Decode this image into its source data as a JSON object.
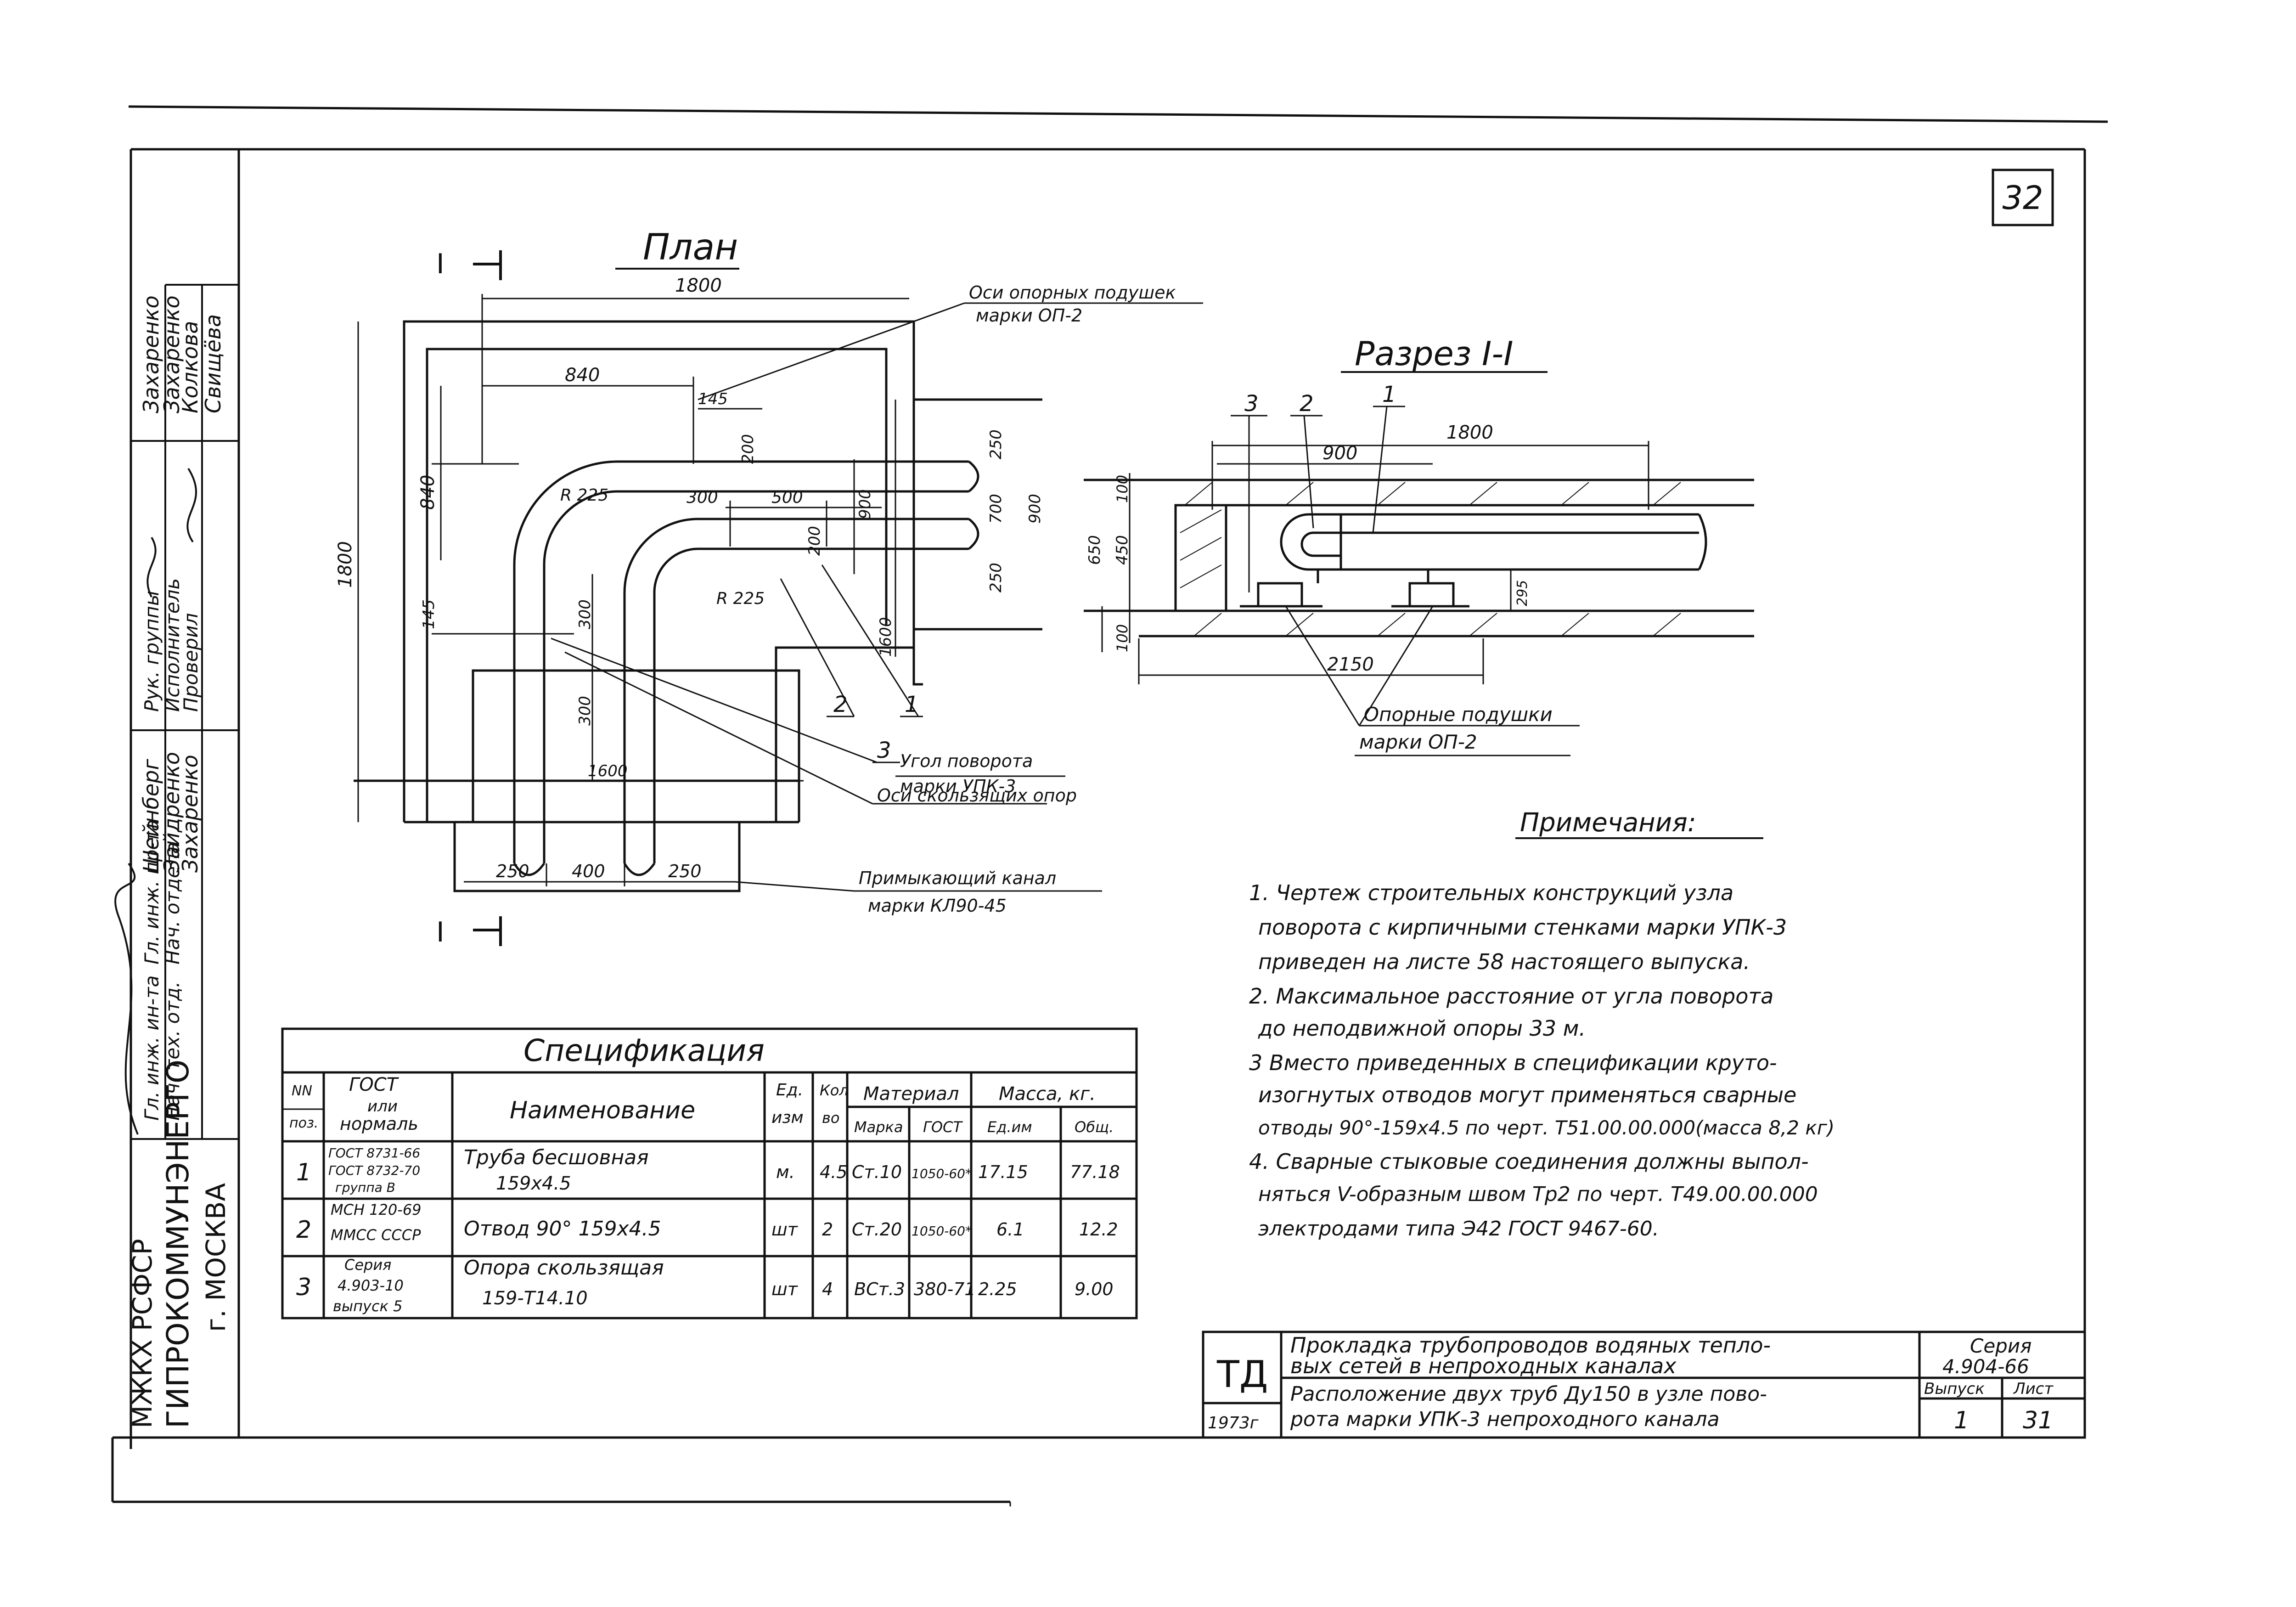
{
  "sheet_number_top": "32",
  "plan": {
    "title": "План",
    "section_mark": "I",
    "dims": {
      "overall_w": "1800",
      "overall_h": "1800",
      "inner_w": "840",
      "inner_h": "840",
      "d145_top": "145",
      "d145_left": "145",
      "d200_a": "200",
      "d200_b": "200",
      "d300_h": "300",
      "d500": "500",
      "d900_a": "900",
      "d250_a": "250",
      "d700": "700",
      "d900_b": "900",
      "d250_b": "250",
      "d1600_v": "1600",
      "d300_v1": "300",
      "d300_v2": "300",
      "d1600_h": "1600",
      "bottom_250a": "250",
      "bottom_400": "400",
      "bottom_250b": "250",
      "radius_1": "R 225",
      "radius_2": "R 225"
    },
    "leaders": {
      "pads_axis_l1": "Оси опорных подушек",
      "pads_axis_l2": "марки ОП-2",
      "item_2": "2",
      "item_1": "1",
      "item_3": "3",
      "corner_l1": "Угол поворота",
      "corner_l2": "марки УПК-3",
      "slide_axes": "Оси скользящих опор",
      "channel_l1": "Примыкающий канал",
      "channel_l2": "марки КЛ90-45"
    }
  },
  "section": {
    "title": "Разрез I-I",
    "items": [
      "3",
      "2",
      "1"
    ],
    "dims": {
      "d1800": "1800",
      "d900": "900",
      "d100_top": "100",
      "d650": "650",
      "d450": "450",
      "d100_bot": "100",
      "d2150": "2150",
      "d295": "295"
    },
    "pads_l1": "Опорные подушки",
    "pads_l2": "марки ОП-2"
  },
  "notes": {
    "title": "Примечания:",
    "lines": [
      "1. Чертеж строительных конструкций узла",
      "поворота с кирпичными стенками марки УПК-3",
      "приведен на листе 58 настоящего выпуска.",
      "2. Максимальное расстояние от угла поворота",
      "до неподвижной опоры 33 м.",
      "3 Вместо приведенных в спецификации круто-",
      "изогнутых отводов могут применяться сварные",
      "отводы 90°-159x4.5 по черт. Т51.00.00.000(масса 8,2 кг)",
      "4. Сварные стыковые соединения должны выпол-",
      "няться V-образным швом Тр2 по черт. Т49.00.00.000",
      "электродами типа Э42 ГОСТ 9467-60."
    ]
  },
  "spec": {
    "title": "Спецификация",
    "head": {
      "pos_1": "NN",
      "pos_2": "поз.",
      "gost_1": "ГОСТ",
      "gost_2": "или",
      "gost_3": "нормаль",
      "name": "Наименование",
      "unit_1": "Ед.",
      "unit_2": "изм",
      "qty_1": "Кол",
      "qty_2": "во",
      "material": "Материал",
      "mat_grade": "Марка",
      "mat_gost": "ГОСТ",
      "mass": "Масса, кг.",
      "mass_unit": "Ед.им",
      "mass_total": "Общ."
    },
    "rows": [
      {
        "pos": "1",
        "gost_1": "ГОСТ 8731-66",
        "gost_2": "ГОСТ 8732-70",
        "gost_3": "группа В",
        "name_1": "Труба бесшовная",
        "name_2": "159x4.5",
        "unit": "м.",
        "qty": "4.5",
        "grade": "Ст.10",
        "mgost": "1050-60*",
        "m_unit": "17.15",
        "m_total": "77.18"
      },
      {
        "pos": "2",
        "gost_1": "МСН 120-69",
        "gost_2": "ММСС СССР",
        "gost_3": "",
        "name_1": "Отвод 90° 159x4.5",
        "name_2": "",
        "unit": "шт",
        "qty": "2",
        "grade": "Ст.20",
        "mgost": "1050-60*",
        "m_unit": "6.1",
        "m_total": "12.2"
      },
      {
        "pos": "3",
        "gost_1": "Серия",
        "gost_2": "4.903-10",
        "gost_3": "выпуск 5",
        "name_1": "Опора скользящая",
        "name_2": "159-Т14.10",
        "unit": "шт",
        "qty": "4",
        "grade": "ВСт.3",
        "mgost": "380-71",
        "m_unit": "2.25",
        "m_total": "9.00"
      }
    ]
  },
  "stamp": {
    "code": "ТД",
    "year": "1973г",
    "title_1": "Прокладка трубопроводов водяных тепло-",
    "title_2": "вых сетей в непроходных каналах",
    "sub_1": "Расположение двух труб Ду150 в узле пово-",
    "sub_2": "рота марки УПК-3 непроходного канала",
    "series_label": "Серия",
    "series_value": "4.904-66",
    "issue_label": "Выпуск",
    "issue_value": "1",
    "sheet_label": "Лист",
    "sheet_value": "31"
  },
  "sidebar": {
    "ministry": "МЖКХ РСФСР",
    "institute": "ГИПРОКОММУНЭНЕРГО",
    "city": "г. МОСКВА",
    "roles": [
      "Гл. инж. ин-та",
      "Нач. тех. отд.",
      "Гл. инж. пр-та",
      "Нач. отдела",
      "Рук. группы",
      "Исполнитель",
      "Проверил"
    ],
    "names": [
      "Шейнберг",
      "Зайдренко",
      "Захаренко",
      "Захаренко",
      "Захаренко",
      "Колкова",
      "Свищёва"
    ]
  }
}
